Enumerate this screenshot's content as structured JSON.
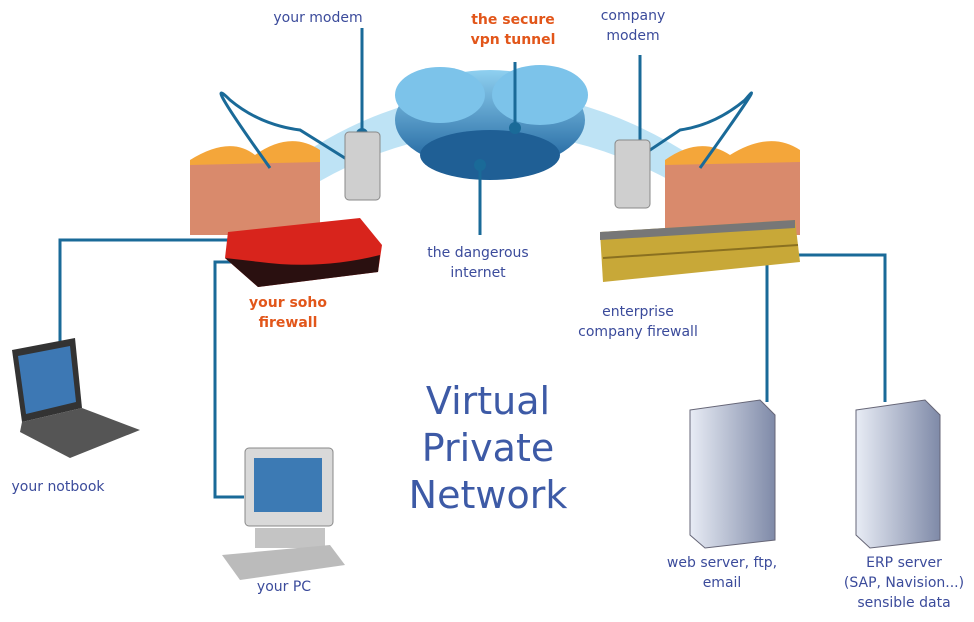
{
  "labels": {
    "your_modem": "your modem",
    "secure_tunnel": [
      "the secure",
      "vpn tunnel"
    ],
    "company_modem": [
      "company",
      "modem"
    ],
    "dangerous_internet": [
      "the dangerous",
      "internet"
    ],
    "soho_firewall": [
      "your soho",
      "firewall"
    ],
    "enterprise_firewall": [
      "enterprise",
      "company firewall"
    ],
    "notebook": "your notbook",
    "pc": "your PC",
    "web_server": [
      "web server, ftp,",
      "email"
    ],
    "erp_server": [
      "ERP server",
      "(SAP, Navision...)",
      "sensible data"
    ]
  },
  "title": [
    "Virtual",
    "Private",
    "Network"
  ],
  "colors": {
    "label": "#3b4b9b",
    "highlight": "#e2561a",
    "line": "#1a6a98",
    "tunnel": "#9fd3ee"
  }
}
